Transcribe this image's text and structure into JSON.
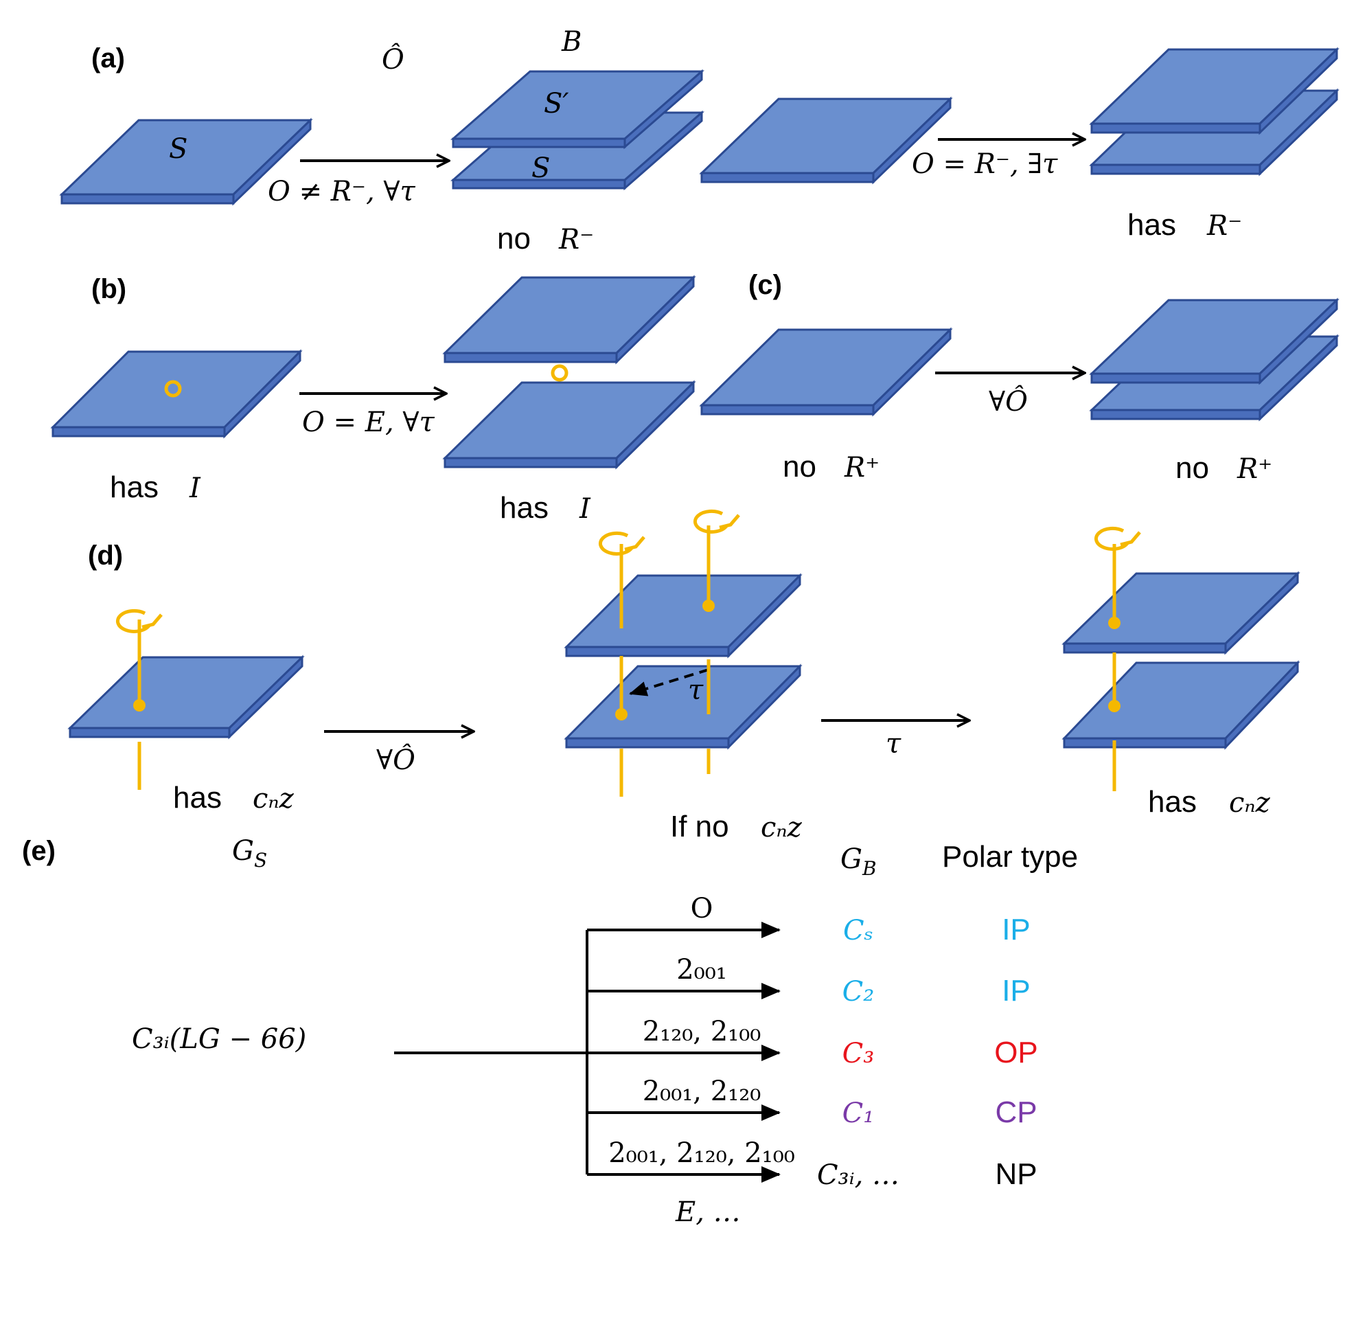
{
  "colors": {
    "slab_top": "#6a8fcf",
    "slab_side": "#4a6ebc",
    "slab_edge": "#2b4a92",
    "axis": "#f5b800",
    "ink": "#000000",
    "IP": "#1aaee8",
    "OP": "#e8141c",
    "CP": "#7a3aa8",
    "NP": "#000000"
  },
  "panel_a": {
    "label": "(a)",
    "op_hat": "Ô",
    "B": "B",
    "S": "S",
    "S_prime": "S′",
    "S2": "S",
    "arrow1_label": "O ≠ R⁻, ∀τ",
    "arrow2_label": "O = R⁻, ∃τ",
    "no_word": "no",
    "no_sym": "R⁻",
    "has_word": "has",
    "has_sym": "R⁻"
  },
  "panel_b": {
    "label": "(b)",
    "arrow_label": "O = E, ∀τ",
    "has1_word": "has",
    "has1_sym": "I",
    "has2_word": "has",
    "has2_sym": "I"
  },
  "panel_c": {
    "label": "(c)",
    "arrow_label": "∀Ô",
    "no1_word": "no",
    "no1_sym": "R⁺",
    "no2_word": "no",
    "no2_sym": "R⁺"
  },
  "panel_d": {
    "label": "(d)",
    "arrow1_label": "∀Ô",
    "arrow2_label": "τ",
    "tau": "τ",
    "has1_word": "has",
    "has1_sym": "cₙz",
    "ifno_word": "If no",
    "ifno_sym": "cₙz",
    "has2_word": "has",
    "has2_sym": "cₙz"
  },
  "panel_e": {
    "label": "(e)",
    "GS": "G_S",
    "GB": "G_B",
    "polar_header": "Polar type",
    "source_group": "C₃ᵢ(LG − 66)",
    "rows": [
      {
        "op": "O",
        "group": "Cₛ",
        "polar": "IP",
        "color": "#1aaee8"
      },
      {
        "op": "2₀₀₁",
        "group": "C₂",
        "polar": "IP",
        "color": "#1aaee8"
      },
      {
        "op": "2₁₂₀, 2₁₀₀",
        "group": "C₃",
        "polar": "OP",
        "color": "#e8141c"
      },
      {
        "op": "2₀₀₁, 2₁₂₀",
        "group": "C₁",
        "polar": "CP",
        "color": "#7a3aa8"
      },
      {
        "op": "2₀₀₁, 2₁₂₀, 2₁₀₀",
        "group": "C₃ᵢ, …",
        "polar": "NP",
        "color": "#000000"
      }
    ],
    "bottom_label": "E, …"
  }
}
